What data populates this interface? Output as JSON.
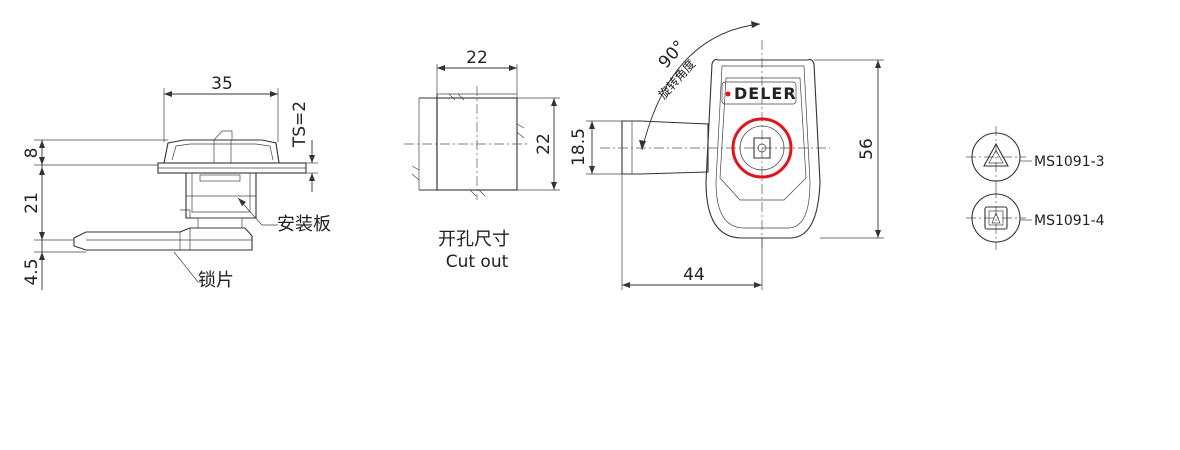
{
  "side_view": {
    "dim_width": "35",
    "dim_ts": "TS=2",
    "dim_8": "8",
    "dim_21": "21",
    "dim_45": "4.5",
    "label_panel": "安装板",
    "label_cam": "锁片"
  },
  "cutout": {
    "dim_top": "22",
    "dim_right": "22",
    "title_cn": "开孔尺寸",
    "title_en": "Cut out"
  },
  "front_view": {
    "angle": "90°",
    "angle_label": "旋转角度",
    "brand": "DELER",
    "dim_height": "56",
    "dim_width": "44",
    "dim_cam": "18.5",
    "key_highlight_color": "#e0151b"
  },
  "key_options": [
    {
      "code": "MS1091-3",
      "icon": "triangle-key-icon"
    },
    {
      "code": "MS1091-4",
      "icon": "square-key-icon"
    }
  ]
}
